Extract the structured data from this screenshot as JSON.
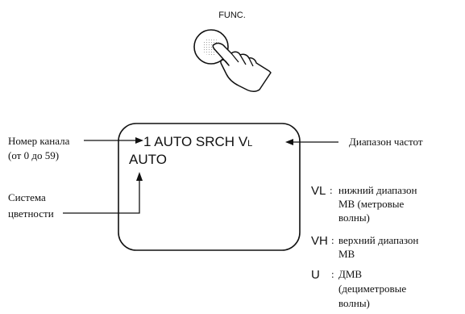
{
  "button": {
    "label": "FUNC.",
    "icon": "hand-pressing-button-icon"
  },
  "screen": {
    "line1": {
      "channel": "1",
      "mode": "AUTO SRCH",
      "band": "V",
      "band_sub": "L"
    },
    "line2": "AUTO"
  },
  "callouts": {
    "channel_number_line1": "Номер канала",
    "channel_number_line2": "(от 0 до 59)",
    "color_system_line1": "Система",
    "color_system_line2": "цветности",
    "frequency_band": "Диапазон частот"
  },
  "legend": [
    {
      "code": "VL",
      "lines": [
        "нижний диапазон",
        "MB (метровые",
        "волны)"
      ]
    },
    {
      "code": "VH",
      "lines": [
        "верхний диапазон",
        "MB"
      ]
    },
    {
      "code": "U",
      "lines": [
        "ДМВ",
        "(дециметровые",
        "волны)"
      ]
    }
  ],
  "colors": {
    "ink": "#111111",
    "background": "#ffffff"
  }
}
